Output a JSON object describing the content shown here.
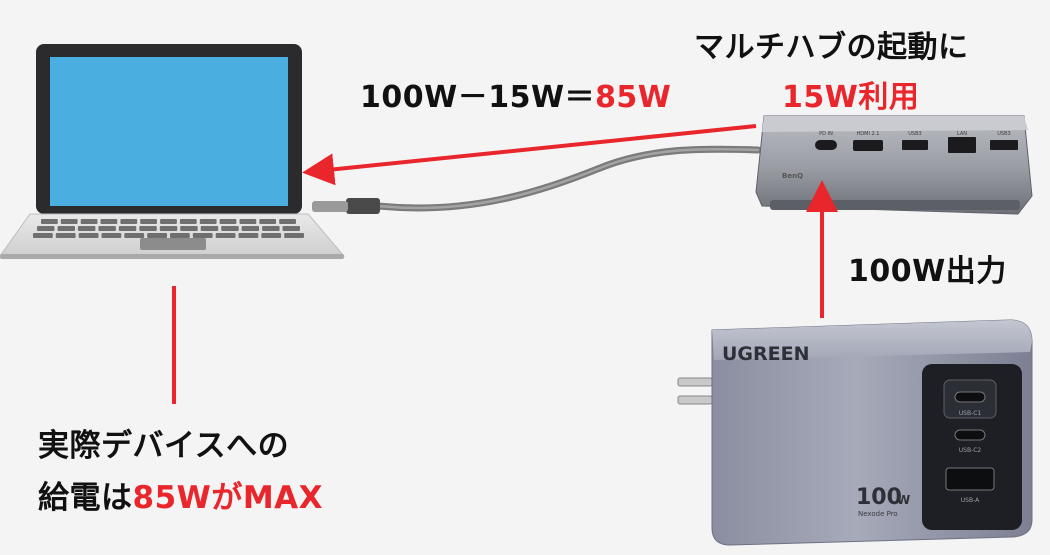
{
  "labels": {
    "hub_startup_line1": "マルチハブの起動に",
    "hub_startup_line2": "15W利用",
    "formula_black": "100W－15W＝",
    "formula_red": "85W",
    "charger_output": "100W出力",
    "device_supply_line1": "実際デバイスへの",
    "device_supply_line2_black": "給電は",
    "device_supply_line2_red": "85WがMAX"
  },
  "hub": {
    "brand": "BenQ",
    "ports": [
      "PD IN",
      "HDMI 2.1",
      "USB3",
      "LAN",
      "USB3"
    ]
  },
  "charger": {
    "brand": "UGREEN",
    "wattage": "100",
    "wattage_unit": "W",
    "model": "Nexode Pro",
    "ports": [
      "USB-C1",
      "USB-C2",
      "USB-A"
    ]
  },
  "colors": {
    "accent_red": "#e8262b",
    "screen_blue": "#4aaee0",
    "background": "#f4f4f4"
  }
}
